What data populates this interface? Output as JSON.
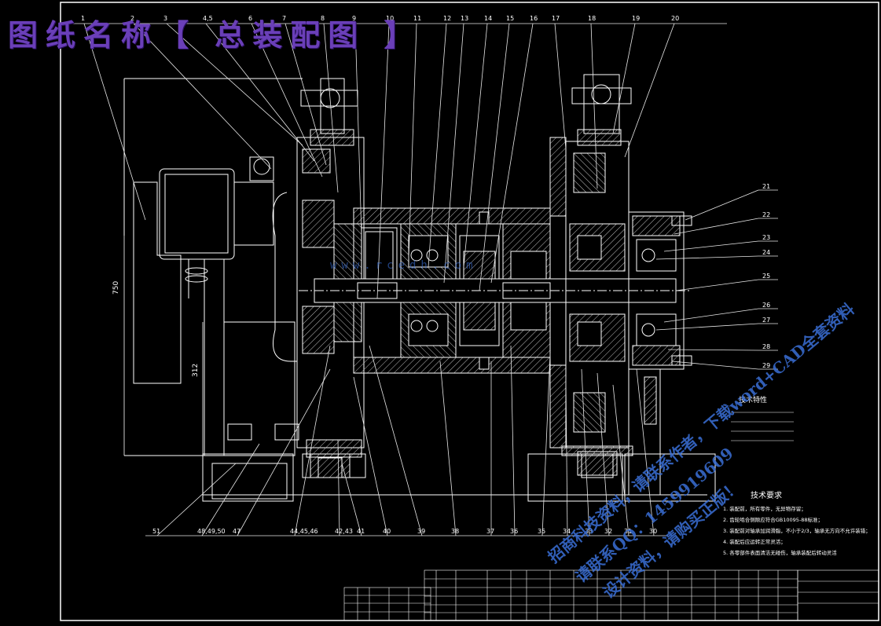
{
  "title": "图纸名称【 总装配图 】",
  "watermark": {
    "line1": "招商科技资料，请联系作者，下载word+CAD全套资料",
    "line2": "请联系QQ：1459919609",
    "line3": "设计资料，请购买正版！",
    "site": "www.rcedh.com"
  },
  "part_numbers_top": [
    "1",
    "2",
    "3",
    "4,5",
    "6",
    "7",
    "8",
    "9",
    "10",
    "11",
    "12",
    "13",
    "14",
    "15",
    "16",
    "17",
    "18",
    "19",
    "20"
  ],
  "part_numbers_right": [
    "21",
    "22",
    "23",
    "24",
    "25",
    "26",
    "27",
    "28",
    "29"
  ],
  "part_numbers_bottom": [
    "51",
    "48,49,50",
    "47",
    "44,45,46",
    "42,43",
    "41",
    "40",
    "39",
    "38",
    "37",
    "36",
    "35",
    "34",
    "33",
    "32",
    "31",
    "30"
  ],
  "dimensions": {
    "height_total": "750",
    "height_lower": "312"
  },
  "tech_spec_title": "技术特性",
  "tech_req_title": "技术要求",
  "tech_req_lines": [
    "1. 装配前，所有零件，无异物存留；",
    "2. 齿轮啮合侧隙应符合GB10095-88标准；",
    "3. 装配前对轴承加润滑脂，不小于2/3，轴承无方向不允许装错；",
    "4. 装配后应运转正常灵活；",
    "5. 各零部件表面清洁无碰伤，轴承装配后转动灵活"
  ],
  "colors": {
    "line": "#ffffff",
    "hatch": "#cfcfcf",
    "title": "#6a3fb8",
    "watermark": "#3a6fd6",
    "leader": "#e8e8e8"
  }
}
